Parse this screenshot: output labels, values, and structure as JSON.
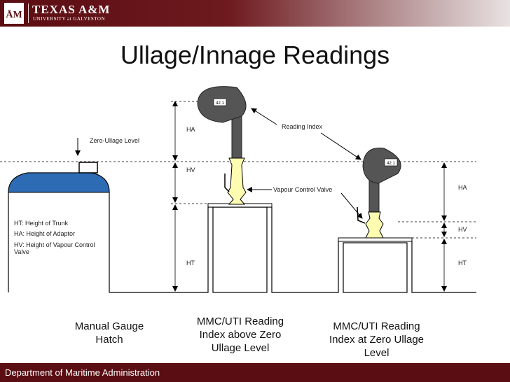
{
  "header": {
    "logo_title": "TEXAS A&M",
    "logo_subtitle": "UNIVERSITY at GALVESTON",
    "logo_mark": "ĀM"
  },
  "title": "Ullage/Innage Readings",
  "labels": {
    "zero_ullage": "Zero-Ullage Level",
    "ha_left": "HA",
    "hv_left": "HV",
    "ht_left": "HT",
    "ha_right": "HA",
    "hv_right": "HV",
    "ht_right": "HT",
    "reading_index": "Reading Index",
    "vapour_valve": "Vapour Control Valve",
    "gauge_left": "42.1",
    "gauge_right": "42.1"
  },
  "legend": {
    "ht": "HT: Height of Trunk",
    "ha": "HA: Height of Adaptor",
    "hv": "HV: Height of Vapour Control Valve"
  },
  "captions": {
    "manual": "Manual Gauge Hatch",
    "above": "MMC/UTI Reading Index above Zero Ullage Level",
    "at": "MMC/UTI Reading Index at Zero Ullage Level"
  },
  "footer": "Department of Maritime Administration",
  "colors": {
    "maroon": "#5a0d12",
    "gauge": "#555555",
    "valve": "#fefcb0"
  }
}
